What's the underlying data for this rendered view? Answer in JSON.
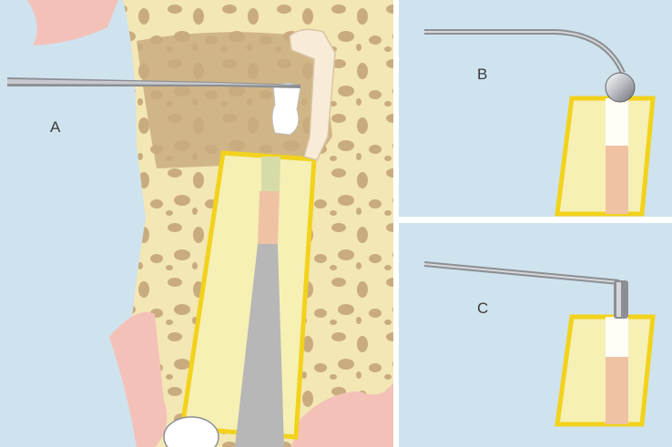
{
  "panels": {
    "a": {
      "label": "A"
    },
    "b": {
      "label": "B"
    },
    "c": {
      "label": "C"
    }
  },
  "colors": {
    "background": "#cfe3ee",
    "bone": "#f3e7b4",
    "bone_marrow": "#c9ac7e",
    "gum": "#f4c1b8",
    "root_dentin": "#f6f0b4",
    "root_outline": "#f2d21c",
    "gutta_percha": "#f0c2a4",
    "post": "#b7b7b7",
    "seal_plug": "#fffdf5",
    "instrument": "#8c8f94"
  }
}
